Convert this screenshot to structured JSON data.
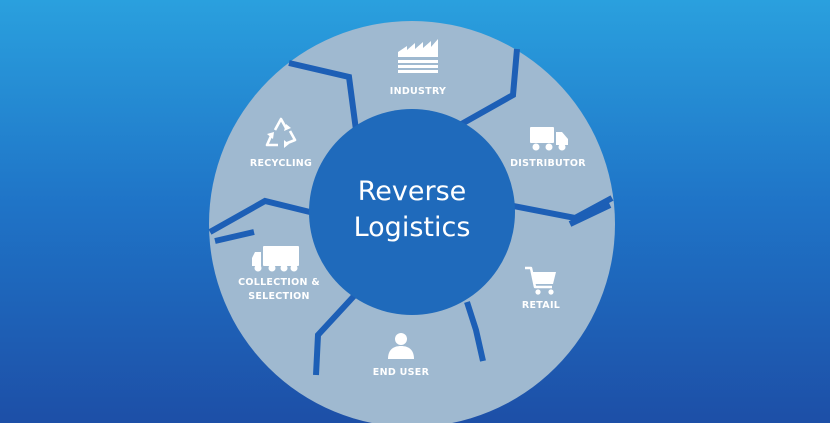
{
  "diagram": {
    "center_line1": "Reverse",
    "center_line2": "Logistics",
    "stages": [
      {
        "lines": [
          "INDUSTRY"
        ],
        "icon": "factory-icon"
      },
      {
        "lines": [
          "DISTRIBUTOR"
        ],
        "icon": "delivery-truck-icon"
      },
      {
        "lines": [
          "RETAIL"
        ],
        "icon": "shopping-cart-icon"
      },
      {
        "lines": [
          "END USER"
        ],
        "icon": "user-icon"
      },
      {
        "lines": [
          "COLLECTION &",
          "SELECTION"
        ],
        "icon": "collection-truck-icon"
      },
      {
        "lines": [
          "RECYCLING"
        ],
        "icon": "recycle-icon"
      }
    ],
    "colors": {
      "segment": "#9fb9d0",
      "center": "#1f6abb",
      "divider": "#1d5fb6",
      "label": "#ffffff"
    }
  }
}
